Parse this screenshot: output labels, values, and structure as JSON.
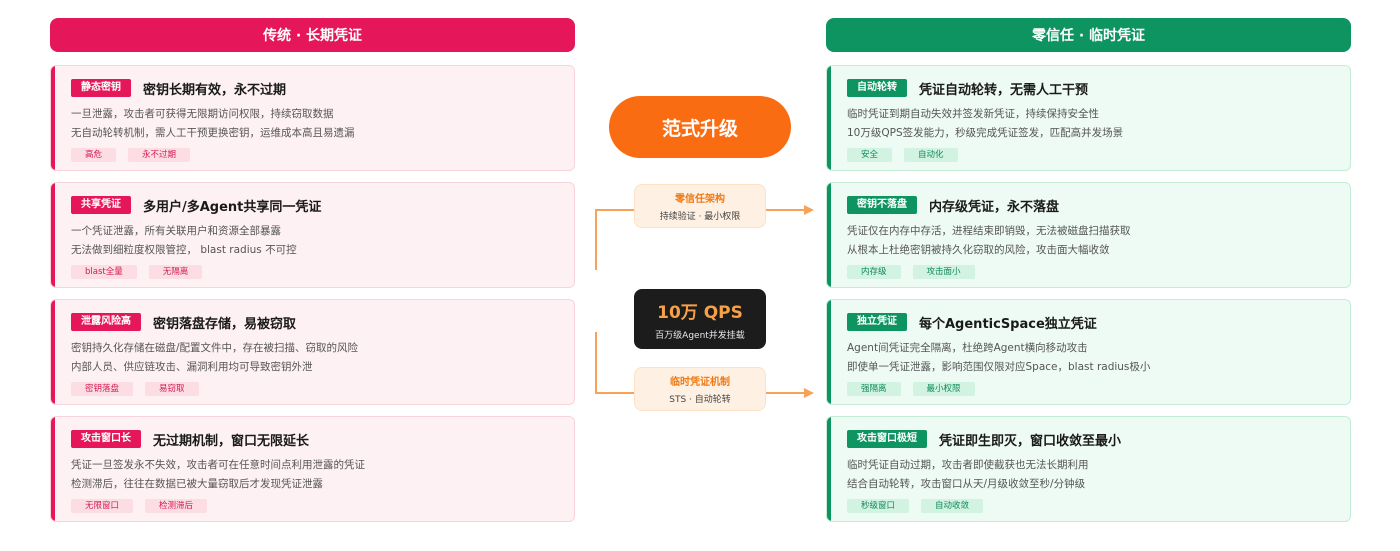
{
  "left_header": "传统 · 长期凭证",
  "right_header": "零信任 · 临时凭证",
  "center": {
    "upgrade_label": "范式升级",
    "top_flow": {
      "title": "零信任架构",
      "subtitle": "持续验证 · 最小权限"
    },
    "qps": {
      "title": "10万 QPS",
      "subtitle": "百万级Agent并发挂载"
    },
    "bottom_flow": {
      "title": "临时凭证机制",
      "subtitle": "STS · 自动轮转"
    }
  },
  "left_cards": [
    {
      "tag": "静态密钥",
      "title": "密钥长期有效，永不过期",
      "lines": [
        "一旦泄露，攻击者可获得无限期访问权限，持续窃取数据",
        "无自动轮转机制，需人工干预更换密钥，运维成本高且易遗漏"
      ],
      "chips": [
        "高危",
        "永不过期"
      ]
    },
    {
      "tag": "共享凭证",
      "title": "多用户/多Agent共享同一凭证",
      "lines": [
        "一个凭证泄露，所有关联用户和资源全部暴露",
        "无法做到细粒度权限管控， blast radius 不可控"
      ],
      "chips": [
        "blast全量",
        "无隔离"
      ]
    },
    {
      "tag": "泄露风险高",
      "title": "密钥落盘存储，易被窃取",
      "lines": [
        "密钥持久化存储在磁盘/配置文件中，存在被扫描、窃取的风险",
        "内部人员、供应链攻击、漏洞利用均可导致密钥外泄"
      ],
      "chips": [
        "密钥落盘",
        "易窃取"
      ]
    },
    {
      "tag": "攻击窗口长",
      "title": "无过期机制，窗口无限延长",
      "lines": [
        "凭证一旦签发永不失效，攻击者可在任意时间点利用泄露的凭证",
        "检测滞后，往往在数据已被大量窃取后才发现凭证泄露"
      ],
      "chips": [
        "无限窗口",
        "检测滞后"
      ]
    }
  ],
  "right_cards": [
    {
      "tag": "自动轮转",
      "title": "凭证自动轮转，无需人工干预",
      "lines": [
        "临时凭证到期自动失效并签发新凭证，持续保持安全性",
        "10万级QPS签发能力，秒级完成凭证签发，匹配高并发场景"
      ],
      "chips": [
        "安全",
        "自动化"
      ]
    },
    {
      "tag": "密钥不落盘",
      "title": "内存级凭证，永不落盘",
      "lines": [
        "凭证仅在内存中存活，进程结束即销毁，无法被磁盘扫描获取",
        "从根本上杜绝密钥被持久化窃取的风险，攻击面大幅收敛"
      ],
      "chips": [
        "内存级",
        "攻击面小"
      ]
    },
    {
      "tag": "独立凭证",
      "title": "每个AgenticSpace独立凭证",
      "lines": [
        "Agent间凭证完全隔离，杜绝跨Agent横向移动攻击",
        "即使单一凭证泄露，影响范围仅限对应Space，blast radius极小"
      ],
      "chips": [
        "强隔离",
        "最小权限"
      ]
    },
    {
      "tag": "攻击窗口极短",
      "title": "凭证即生即灭，窗口收敛至最小",
      "lines": [
        "临时凭证自动过期，攻击者即使截获也无法长期利用",
        "结合自动轮转，攻击窗口从天/月级收敛至秒/分钟级"
      ],
      "chips": [
        "秒级窗口",
        "自动收敛"
      ]
    }
  ],
  "colors": {
    "red": "#e5175a",
    "green": "#0e9461",
    "orange": "#f96c12",
    "arrow": "#f7a25a"
  }
}
